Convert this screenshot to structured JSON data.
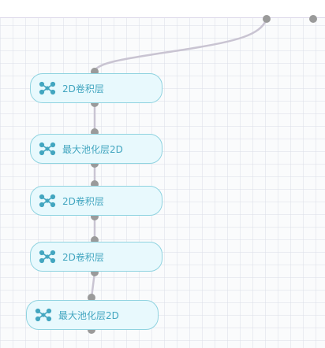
{
  "colors": {
    "node_border": "#8fd3e0",
    "node_fill": "#e8f9fd",
    "node_text": "#43a6c0",
    "edge": "#c9c4d2",
    "port": "#9a9a9a"
  },
  "nodes": [
    {
      "label": "2D卷积层",
      "icon": "network-icon"
    },
    {
      "label": "最大池化层2D",
      "icon": "network-icon"
    },
    {
      "label": "2D卷积层",
      "icon": "network-icon"
    },
    {
      "label": "2D卷积层",
      "icon": "network-icon"
    },
    {
      "label": "最大池化层2D",
      "icon": "network-icon"
    }
  ]
}
